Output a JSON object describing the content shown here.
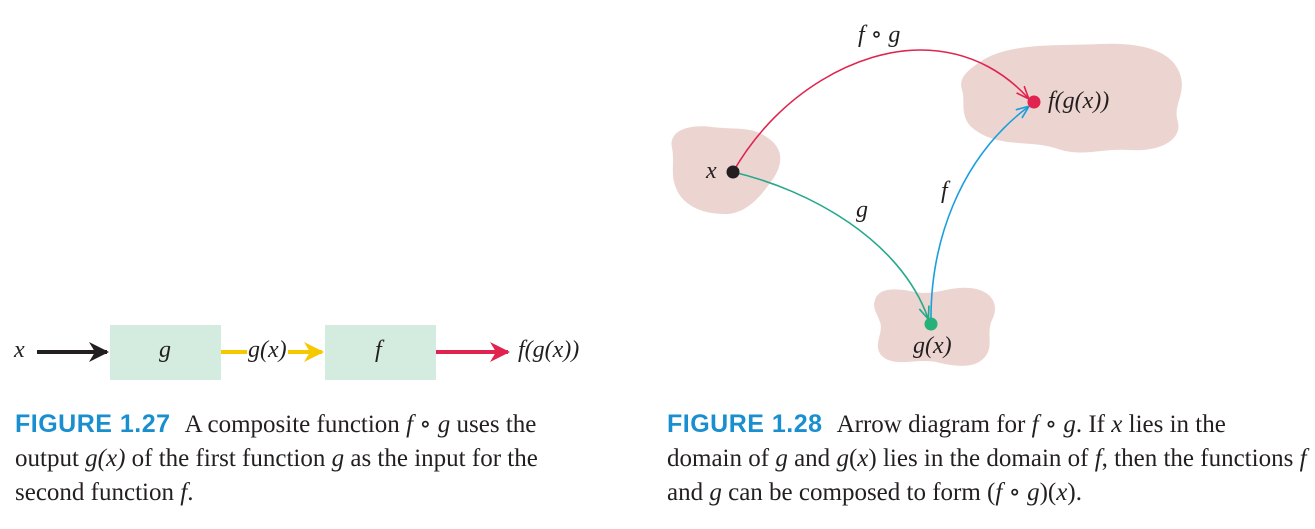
{
  "fig27": {
    "input_label": "x",
    "g_box_label": "g",
    "mid_label": "g(x)",
    "f_box_label": "f",
    "output_label": "f(g(x))",
    "caption_number": "FIGURE 1.27",
    "caption_text_before": "A composite function ",
    "caption_comp": "f ∘ g",
    "caption_text_mid1": " uses the output ",
    "caption_gx": "g(x)",
    "caption_text_mid2": " of the first function ",
    "caption_g": "g",
    "caption_text_mid3": " as the input for the second function ",
    "caption_f": "f",
    "caption_text_end": ".",
    "colors": {
      "box_fill": "#d4ebe0",
      "input_arrow": "#231f20",
      "mid_arrow": "#f5c800",
      "output_arrow": "#e0234f"
    }
  },
  "fig28": {
    "comp_label": "f ∘ g",
    "x_label": "x",
    "g_label": "g",
    "f_label": "f",
    "gx_label": "g(x)",
    "fgx_label": "f(g(x))",
    "caption_number": "FIGURE 1.28",
    "caption_parts": [
      {
        "t": "Arrow diagram for ",
        "i": false
      },
      {
        "t": "f",
        "i": true
      },
      {
        "t": " ∘ ",
        "i": false
      },
      {
        "t": "g",
        "i": true
      },
      {
        "t": ". If ",
        "i": false
      },
      {
        "t": "x",
        "i": true
      },
      {
        "t": " lies in the domain of ",
        "i": false
      },
      {
        "t": "g",
        "i": true
      },
      {
        "t": " and ",
        "i": false
      },
      {
        "t": "g",
        "i": true
      },
      {
        "t": "(",
        "i": false
      },
      {
        "t": "x",
        "i": true
      },
      {
        "t": ") lies in the domain of ",
        "i": false
      },
      {
        "t": "f",
        "i": true
      },
      {
        "t": ", then the functions ",
        "i": false
      },
      {
        "t": "f",
        "i": true
      },
      {
        "t": " and ",
        "i": false
      },
      {
        "t": "g",
        "i": true
      },
      {
        "t": " can be composed to form (",
        "i": false
      },
      {
        "t": "f",
        "i": true
      },
      {
        "t": " ∘ ",
        "i": false
      },
      {
        "t": "g",
        "i": true
      },
      {
        "t": ")(",
        "i": false
      },
      {
        "t": "x",
        "i": true
      },
      {
        "t": ").",
        "i": false
      }
    ],
    "colors": {
      "blob": "#ecd5d1",
      "composite_arrow": "#e0234f",
      "g_arrow": "#26a98a",
      "f_arrow": "#1a9fdc",
      "x_point": "#231f20",
      "gx_point": "#26b07a",
      "fgx_point": "#e0234f"
    }
  }
}
